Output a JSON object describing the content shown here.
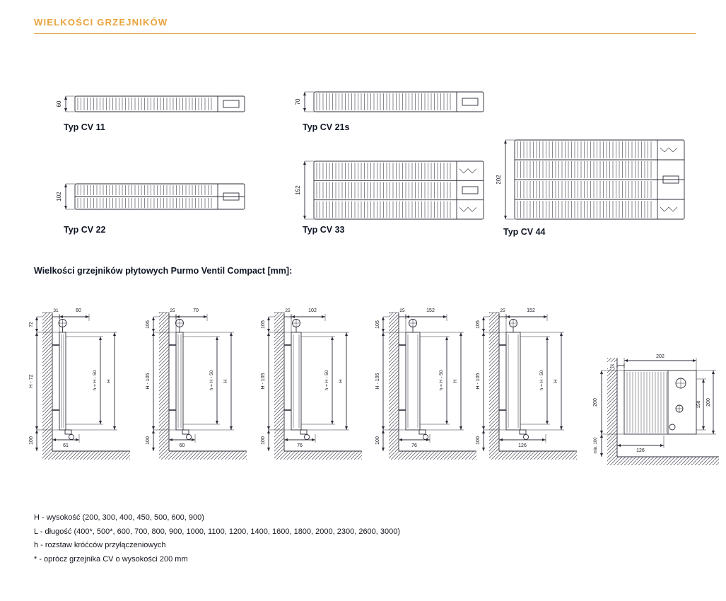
{
  "page": {
    "header": "WIELKOŚCI GRZEJNIKÓW",
    "section_title": "Wielkości grzejników płytowych Purmo Ventil Compact [mm]:"
  },
  "cross_sections": [
    {
      "label": "Typ CV 11",
      "height_dim": "60"
    },
    {
      "label": "Typ CV 21s",
      "height_dim": "70"
    },
    {
      "label": "Typ CV 22",
      "height_dim": "102"
    },
    {
      "label": "Typ CV 33",
      "height_dim": "152"
    },
    {
      "label": "Typ CV 44",
      "height_dim": "202"
    }
  ],
  "side_views": [
    {
      "top_width": "60",
      "wall_offset": "31",
      "top_height": "72",
      "mid_height": "H - 72",
      "inner_label": "h = H - 50",
      "outer_label": "H",
      "bottom_height": "100",
      "bottom_width": "61"
    },
    {
      "top_width": "70",
      "wall_offset": "25",
      "top_height": "105",
      "mid_height": "H - 105",
      "inner_label": "h = H - 50",
      "outer_label": "H",
      "bottom_height": "100",
      "bottom_width": "60"
    },
    {
      "top_width": "102",
      "wall_offset": "25",
      "top_height": "105",
      "mid_height": "H - 105",
      "inner_label": "h = H - 50",
      "outer_label": "H",
      "bottom_height": "100",
      "bottom_width": "76"
    },
    {
      "top_width": "152",
      "wall_offset": "25",
      "top_height": "105",
      "mid_height": "H - 105",
      "inner_label": "h = H - 50",
      "outer_label": "H",
      "bottom_height": "100",
      "bottom_width": "76"
    },
    {
      "top_width": "152",
      "wall_offset": "25",
      "top_height": "105",
      "mid_height": "H - 105",
      "inner_label": "h = H - 50",
      "outer_label": "H",
      "bottom_height": "100",
      "bottom_width": "126"
    }
  ],
  "detail_view": {
    "top_width": "202",
    "wall_offset": "25",
    "left_height": "200",
    "right_inner": "150",
    "right_outer": "200",
    "min_height": "min. 100",
    "bottom_width": "126"
  },
  "legend": [
    "H - wysokość (200, 300, 400, 450, 500, 600, 900)",
    "L - długość (400*, 500*, 600, 700, 800, 900, 1000, 1100, 1200, 1400, 1600, 1800, 2000, 2300, 2600, 3000)",
    "h - rozstaw króćców przyłączeniowych",
    "* - oprócz grzejnika CV o wysokości 200 mm"
  ],
  "colors": {
    "accent": "#E8A33D",
    "text": "#15151F",
    "line": "#2B2B38"
  }
}
